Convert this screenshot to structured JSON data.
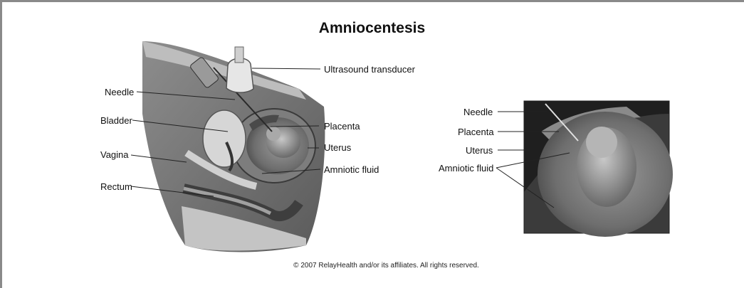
{
  "title": "Amniocentesis",
  "left_labels": {
    "needle": "Needle",
    "bladder": "Bladder",
    "vagina": "Vagina",
    "rectum": "Rectum",
    "ultrasound": "Ultrasound transducer",
    "placenta": "Placenta",
    "uterus": "Uterus",
    "amniotic_fluid": "Amniotic fluid"
  },
  "right_labels": {
    "needle": "Needle",
    "placenta": "Placenta",
    "uterus": "Uterus",
    "amniotic_fluid": "Amniotic fluid"
  },
  "copyright": "© 2007 RelayHealth and/or its affiliates.  All rights reserved."
}
